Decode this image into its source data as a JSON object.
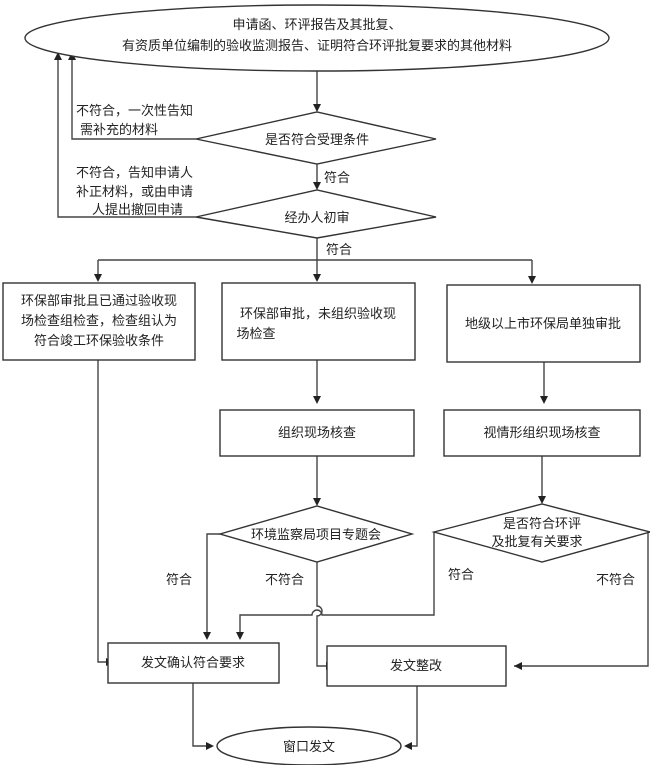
{
  "nodes": {
    "start": {
      "lines": [
        "申请函、环评报告及其批复、",
        "有资质单位编制的验收监测报告、证明符合环评批复要求的其他材料"
      ]
    },
    "accept_check": {
      "lines": [
        "是否符合受理条件"
      ]
    },
    "initial_review": {
      "lines": [
        "经办人初审"
      ]
    },
    "box_left": {
      "lines": [
        "环保部审批且已通过验收现",
        "场检查组检查，检查组认为",
        "符合竣工环保验收条件"
      ]
    },
    "box_mid": {
      "lines": [
        "环保部审批，未组织验收现",
        "场检查"
      ]
    },
    "box_right": {
      "lines": [
        "地级以上市环保局单独审批"
      ]
    },
    "site_check": {
      "lines": [
        "组织现场核查"
      ]
    },
    "site_check_optional": {
      "lines": [
        "视情形组织现场核查"
      ]
    },
    "special_meeting": {
      "lines": [
        "环境监察局项目专题会"
      ]
    },
    "eia_check": {
      "lines": [
        "是否符合环评",
        "及批复有关要求"
      ]
    },
    "confirm_doc": {
      "lines": [
        "发文确认符合要求"
      ]
    },
    "rectify_doc": {
      "lines": [
        "发文整改"
      ]
    },
    "end": {
      "lines": [
        "窗口发文"
      ]
    }
  },
  "labels": {
    "reject1": [
      "不符合，一次性告知",
      "需补充的材料"
    ],
    "reject2": [
      "不符合，告知申请人",
      "补正材料，或由申请",
      "人提出撤回申请"
    ],
    "pass1": "符合",
    "pass2": "符合",
    "meeting_pass": "符合",
    "meeting_fail": "不符合",
    "eia_pass": "符合",
    "eia_fail": "不符合"
  }
}
